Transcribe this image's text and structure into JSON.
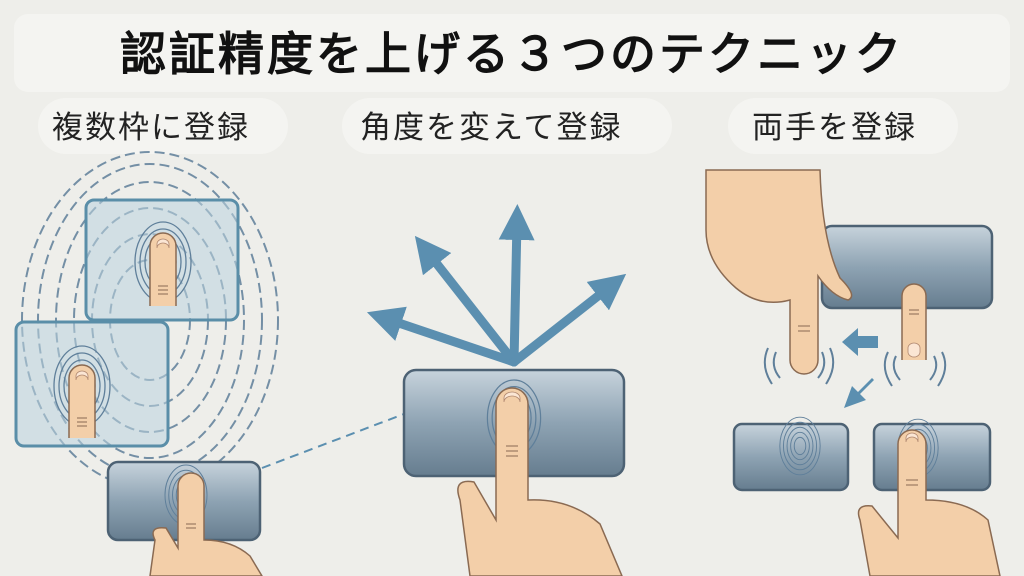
{
  "title": "認証精度を上げる３つのテクニック",
  "techniques": [
    {
      "label": "複数枠に登録"
    },
    {
      "label": "角度を変えて登録"
    },
    {
      "label": "両手を登録"
    }
  ],
  "colors": {
    "background": "#eeeeea",
    "accent_blue": "#5b8fb0",
    "sensor": "#7f95a6",
    "skin": "#f3cfa9",
    "fingerprint": "#5f7f9a"
  }
}
